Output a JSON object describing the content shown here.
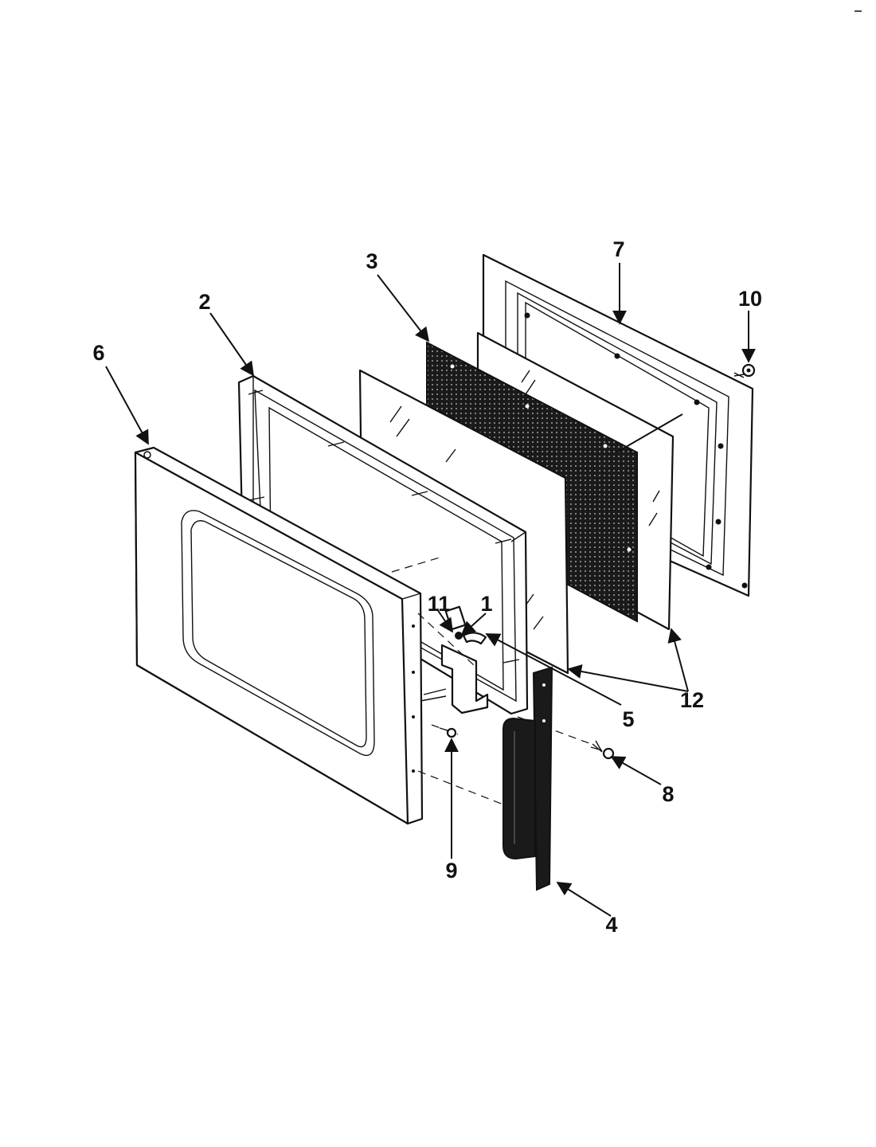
{
  "diagram": {
    "callouts": [
      "1",
      "2",
      "3",
      "4",
      "5",
      "6",
      "7",
      "8",
      "9",
      "10",
      "11",
      "12"
    ]
  },
  "colors": {
    "ink": "#111111",
    "paper": "#ffffff",
    "mesh": "#1a1a1a"
  }
}
